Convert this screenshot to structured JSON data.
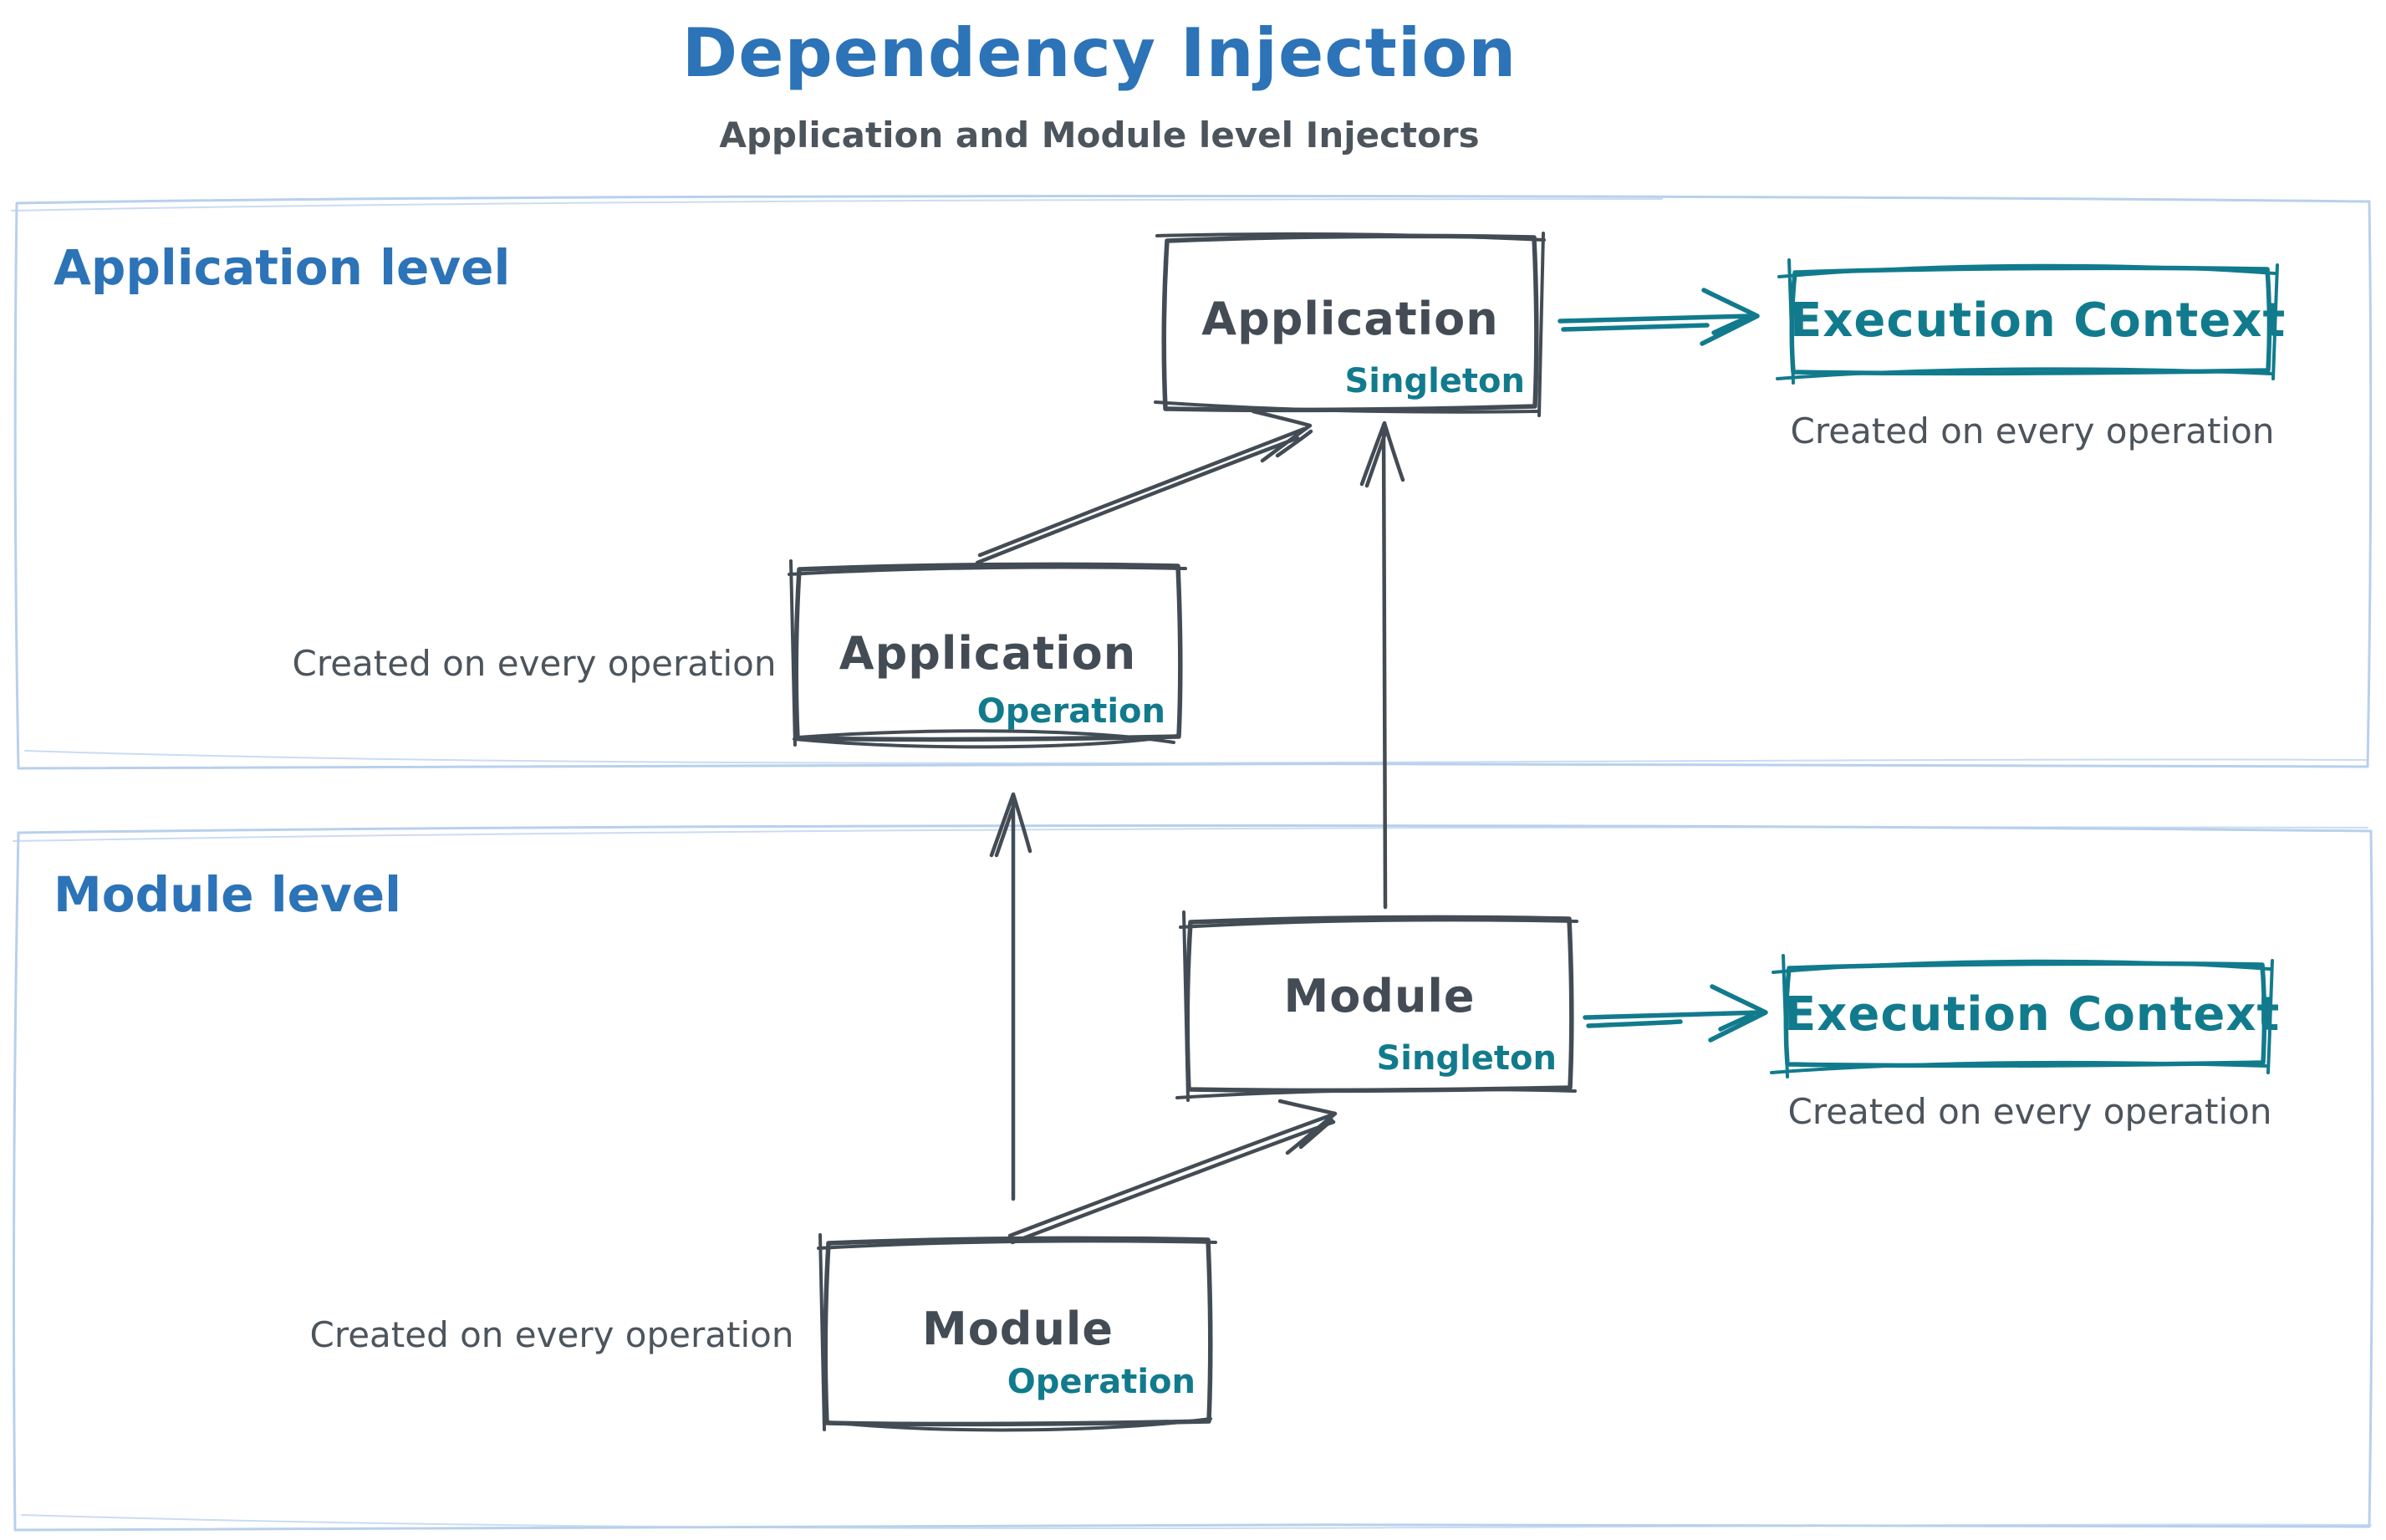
{
  "title": "Dependency Injection",
  "subtitle": "Application and Module level Injectors",
  "colors": {
    "blue": "#2c73b8",
    "teal": "#117b8d",
    "ink": "#434c55",
    "muted": "#4c545c",
    "frame": "#b8d0ec",
    "background": "#ffffff"
  },
  "app": {
    "label": "Application level",
    "singleton": {
      "title": "Application",
      "tag": "Singleton"
    },
    "operation": {
      "title": "Application",
      "tag": "Operation"
    },
    "operation_note": "Created on every operation",
    "execution": {
      "label": "Execution Context",
      "note": "Created on every operation"
    }
  },
  "mod": {
    "label": "Module level",
    "singleton": {
      "title": "Module",
      "tag": "Singleton"
    },
    "operation": {
      "title": "Module",
      "tag": "Operation"
    },
    "operation_note": "Created on every operation",
    "execution": {
      "label": "Execution Context",
      "note": "Created on every operation"
    }
  }
}
